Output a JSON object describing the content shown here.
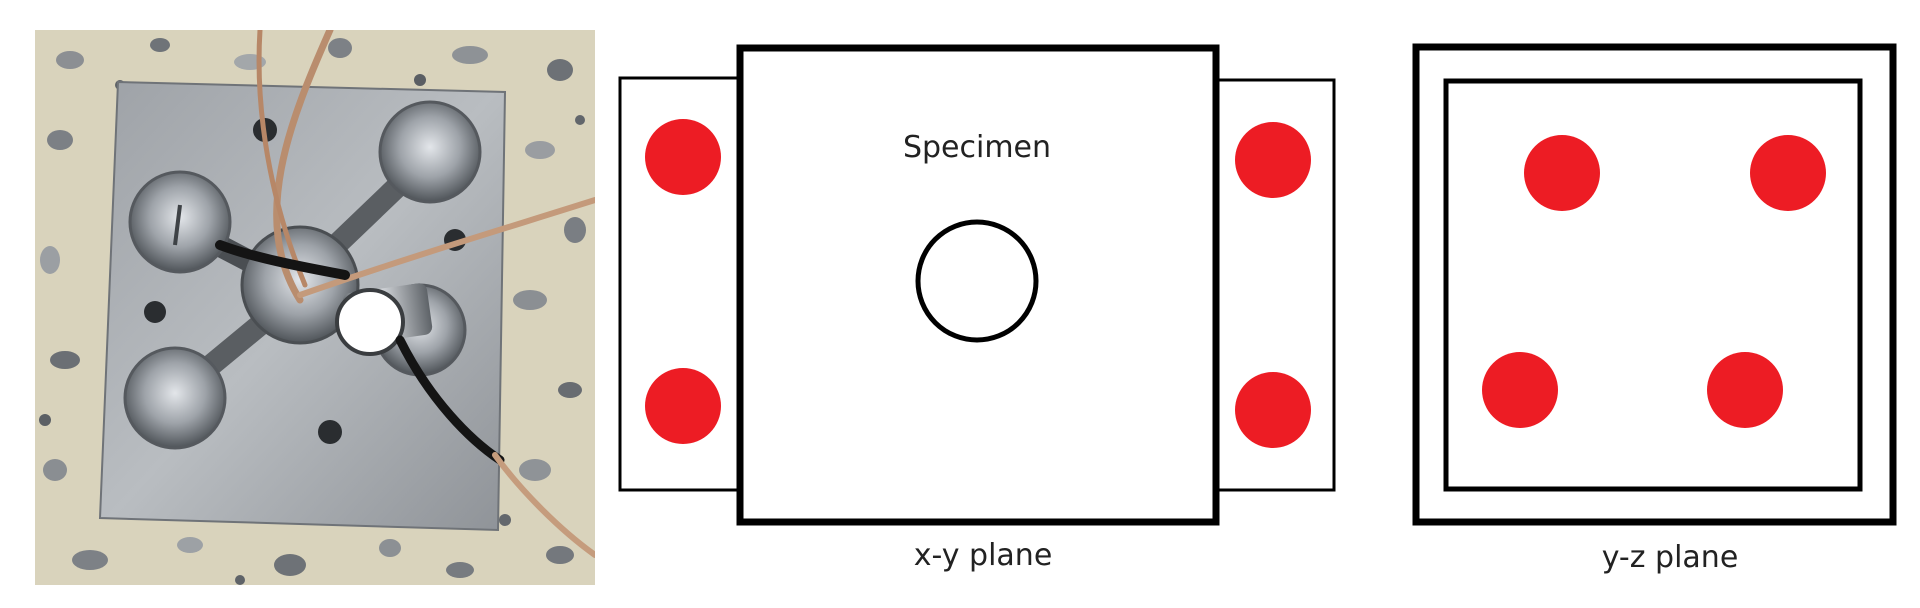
{
  "photo": {
    "description_icon": "sensor-jig-photo-icon"
  },
  "xy_diagram": {
    "specimen_label": "Specimen",
    "plane_label": "x-y plane"
  },
  "yz_diagram": {
    "plane_label": "y-z plane"
  },
  "colors": {
    "sensor_dot": "#ed1c24",
    "frame": "#000000",
    "plate_metal": "#a7abb0",
    "background_terrazzo": "#d9d3bc"
  }
}
